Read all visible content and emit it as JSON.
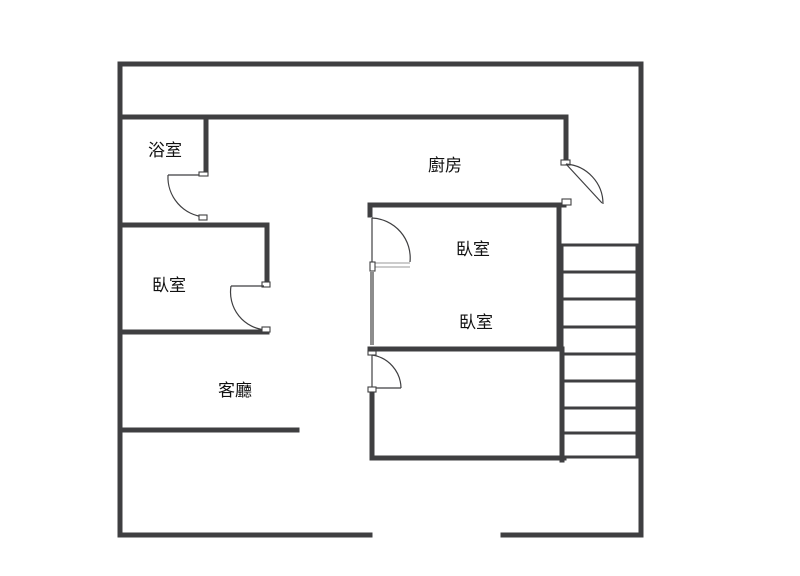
{
  "floor_plan": {
    "rooms": {
      "bathroom": "浴室",
      "kitchen": "廚房",
      "bedroom_left": "臥室",
      "bedroom_center_upper": "臥室",
      "bedroom_center_lower": "臥室",
      "living_room": "客廳"
    },
    "colors": {
      "wall": "#3f3f41",
      "background": "#ffffff",
      "text": "#111111"
    }
  }
}
